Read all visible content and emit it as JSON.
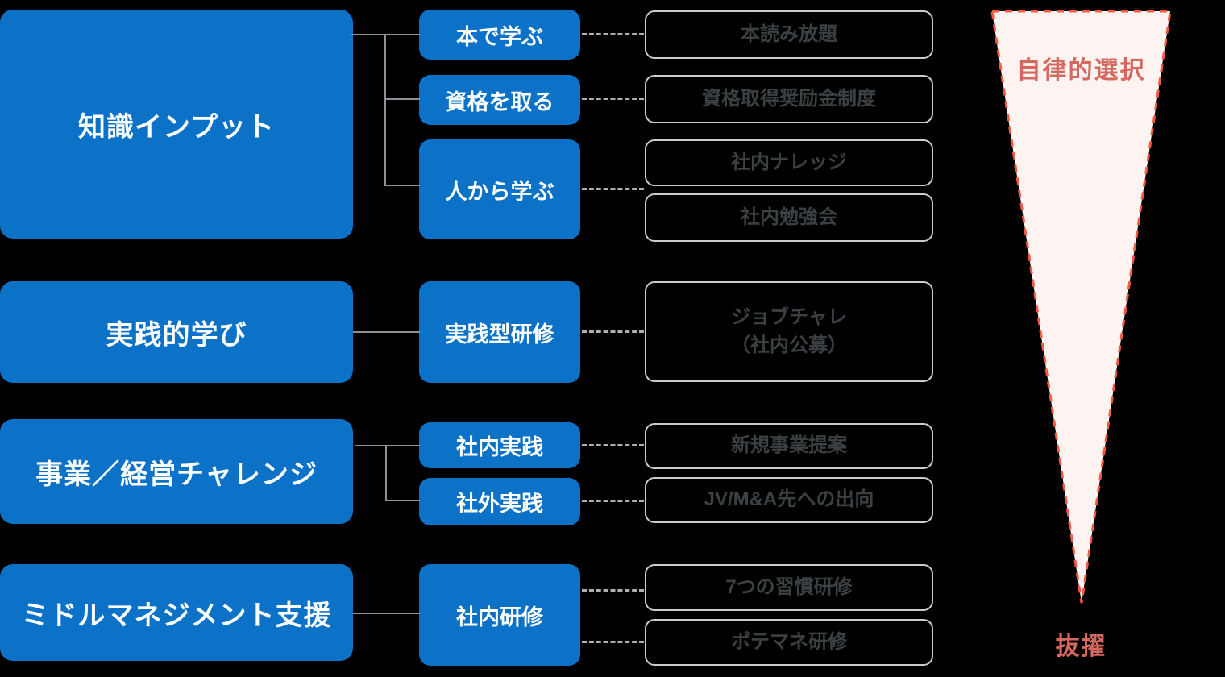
{
  "rows": [
    {
      "category": "知識インプット",
      "methods": [
        "本で学ぶ",
        "資格を取る",
        "人から学ぶ"
      ],
      "programs": [
        "本読み放題",
        "資格取得奨励金制度",
        "社内ナレッジ",
        "社内勉強会"
      ]
    },
    {
      "category": "実践的学び",
      "methods": [
        "実践型研修"
      ],
      "programs": [
        [
          "ジョブチャレ",
          "（社内公募）"
        ]
      ]
    },
    {
      "category": "事業／経営チャレンジ",
      "methods": [
        "社内実践",
        "社外実践"
      ],
      "programs": [
        "新規事業提案",
        "JV/M&A先への出向"
      ]
    },
    {
      "category": "ミドルマネジメント支援",
      "methods": [
        "社内研修"
      ],
      "programs": [
        "7つの習慣研修",
        "ポテマネ研修"
      ]
    }
  ],
  "funnel": {
    "top_label": "自律的選択",
    "bottom_label": "抜擢"
  },
  "colors": {
    "box_blue": "#0c72c8",
    "connector_gray": "#8f9295",
    "dashed_gray": "#adafb1",
    "program_border": "#c9cbcd",
    "program_text": "#3b4043",
    "funnel_stroke": "#f25a41",
    "funnel_fill": "#fdf3f1",
    "funnel_label": "#d4695f",
    "bg": "#000000",
    "white_text": "#ffffff"
  }
}
